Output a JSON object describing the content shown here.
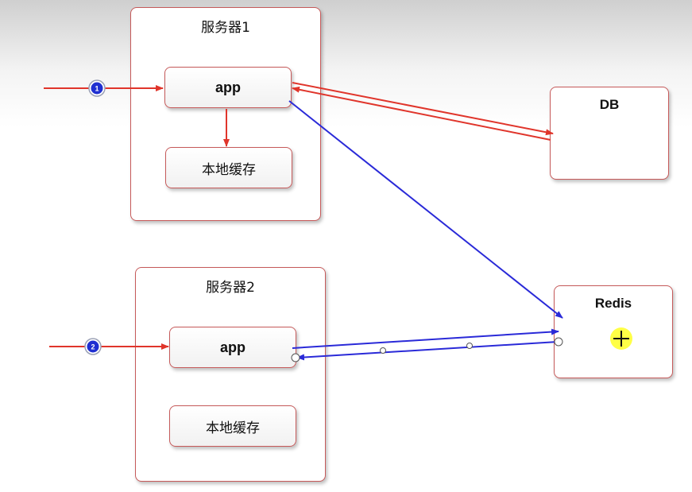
{
  "server1": {
    "title": "服务器1",
    "app_label": "app",
    "cache_label": "本地缓存"
  },
  "server2": {
    "title": "服务器2",
    "app_label": "app",
    "cache_label": "本地缓存"
  },
  "db": {
    "title": "DB"
  },
  "redis": {
    "title": "Redis"
  },
  "badges": {
    "one": "1",
    "two": "2"
  },
  "colors": {
    "border": "#c65a5a",
    "red_arrow": "#e0352b",
    "blue_arrow": "#2a2ad8",
    "badge": "#1f2fd1",
    "cursor_highlight": "#ffff3c"
  }
}
